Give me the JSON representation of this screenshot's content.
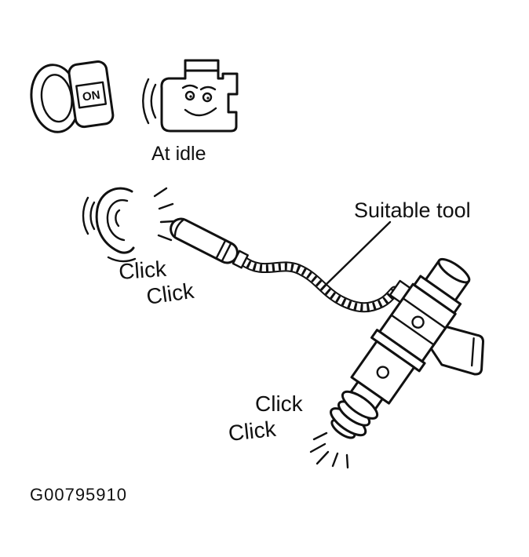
{
  "figure": {
    "key_label": "ON",
    "idle_label": "At idle",
    "tool_label": "Suitable tool",
    "click_ear_1": "Click",
    "click_ear_2": "Click",
    "click_tip_1": "Click",
    "click_tip_2": "Click",
    "figure_id": "G00795910"
  },
  "icons": {
    "ignition_key": "ignition-key-on-icon",
    "engine": "engine-at-idle-icon",
    "ear": "listening-ear-icon",
    "tool": "suitable-tool-probe",
    "injector": "fuel-injector"
  },
  "colors": {
    "line": "#111111",
    "background": "#ffffff"
  }
}
